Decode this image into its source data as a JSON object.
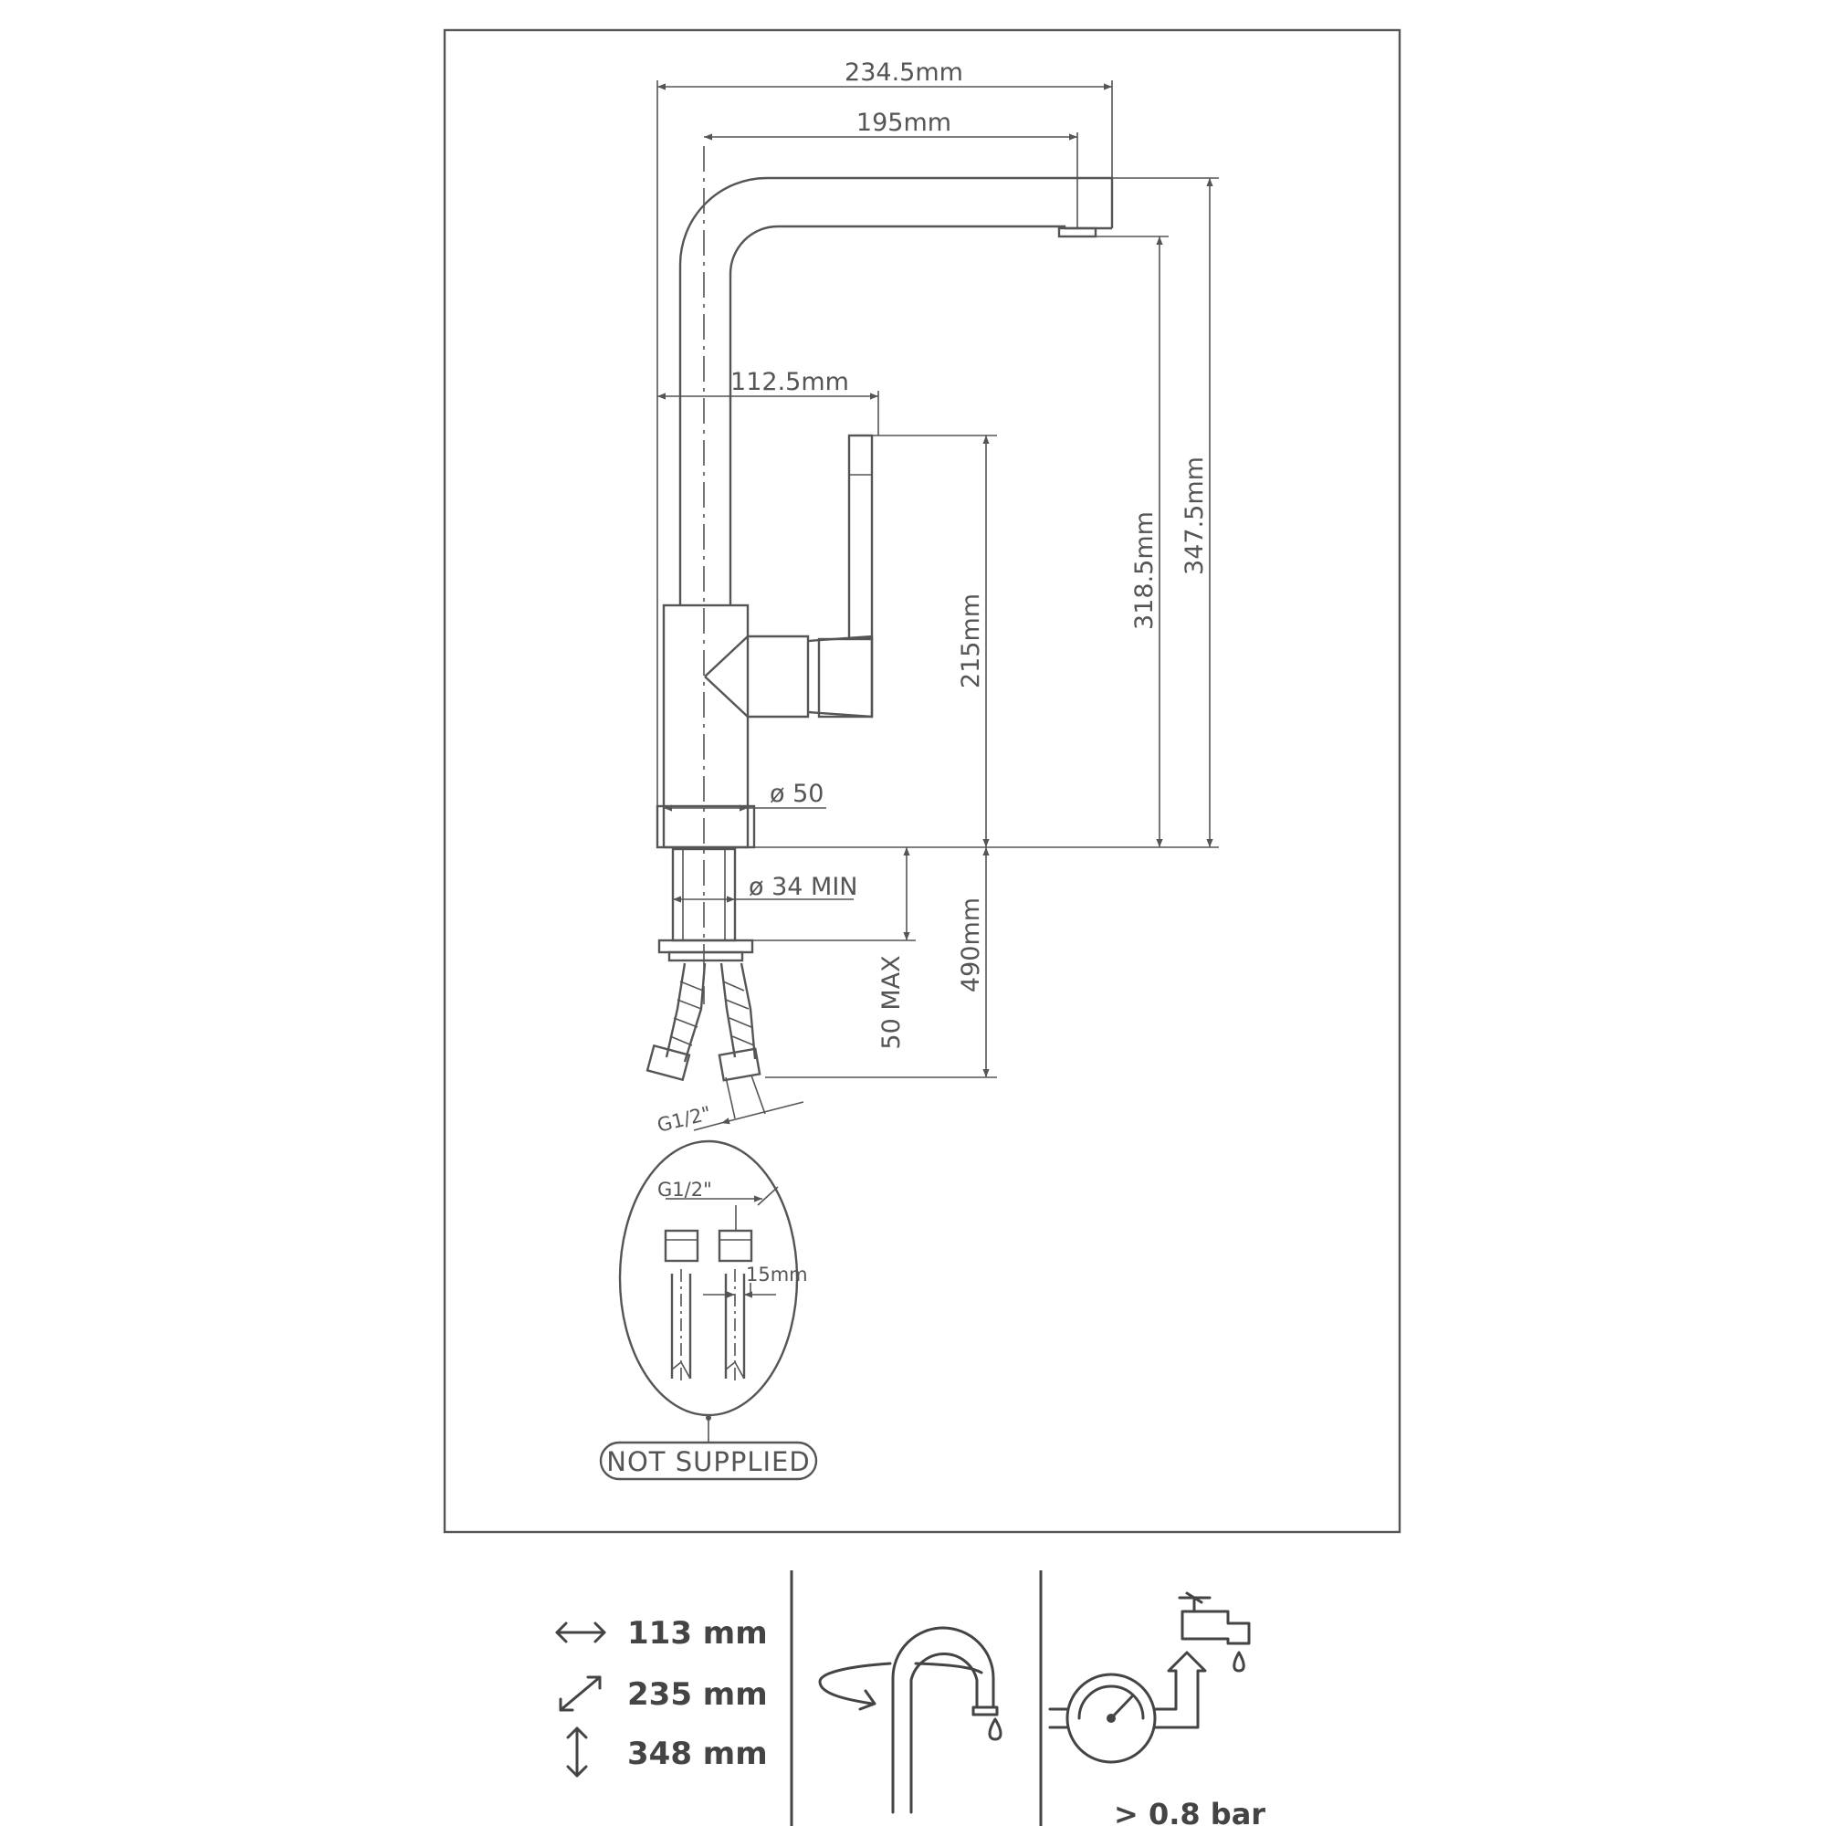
{
  "dimensions": {
    "overall_reach": "234.5mm",
    "spout_reach": "195mm",
    "lever_offset": "112.5mm",
    "lever_height": "215mm",
    "spout_outlet_height": "318.5mm",
    "total_height": "347.5mm",
    "base_diameter": "ø 50",
    "hole_diameter": "ø 34 MIN",
    "hose_length": "490mm",
    "max_counter_thickness": "50 MAX",
    "hose_thread": "G1/2\""
  },
  "detail": {
    "thread": "G1/2\"",
    "pipe_distance": "15mm",
    "note": "NOT SUPPLIED"
  },
  "specs": [
    {
      "icon": "double-arrow-horizontal-icon",
      "value": "113 mm"
    },
    {
      "icon": "double-arrow-diagonal-icon",
      "value": "235 mm"
    },
    {
      "icon": "double-arrow-vertical-icon",
      "value": "348 mm"
    }
  ],
  "swivel": {
    "icon": "swivel-spout-icon"
  },
  "pressure": {
    "icon": "pressure-gauge-icon",
    "value": "> 0.8 bar"
  }
}
